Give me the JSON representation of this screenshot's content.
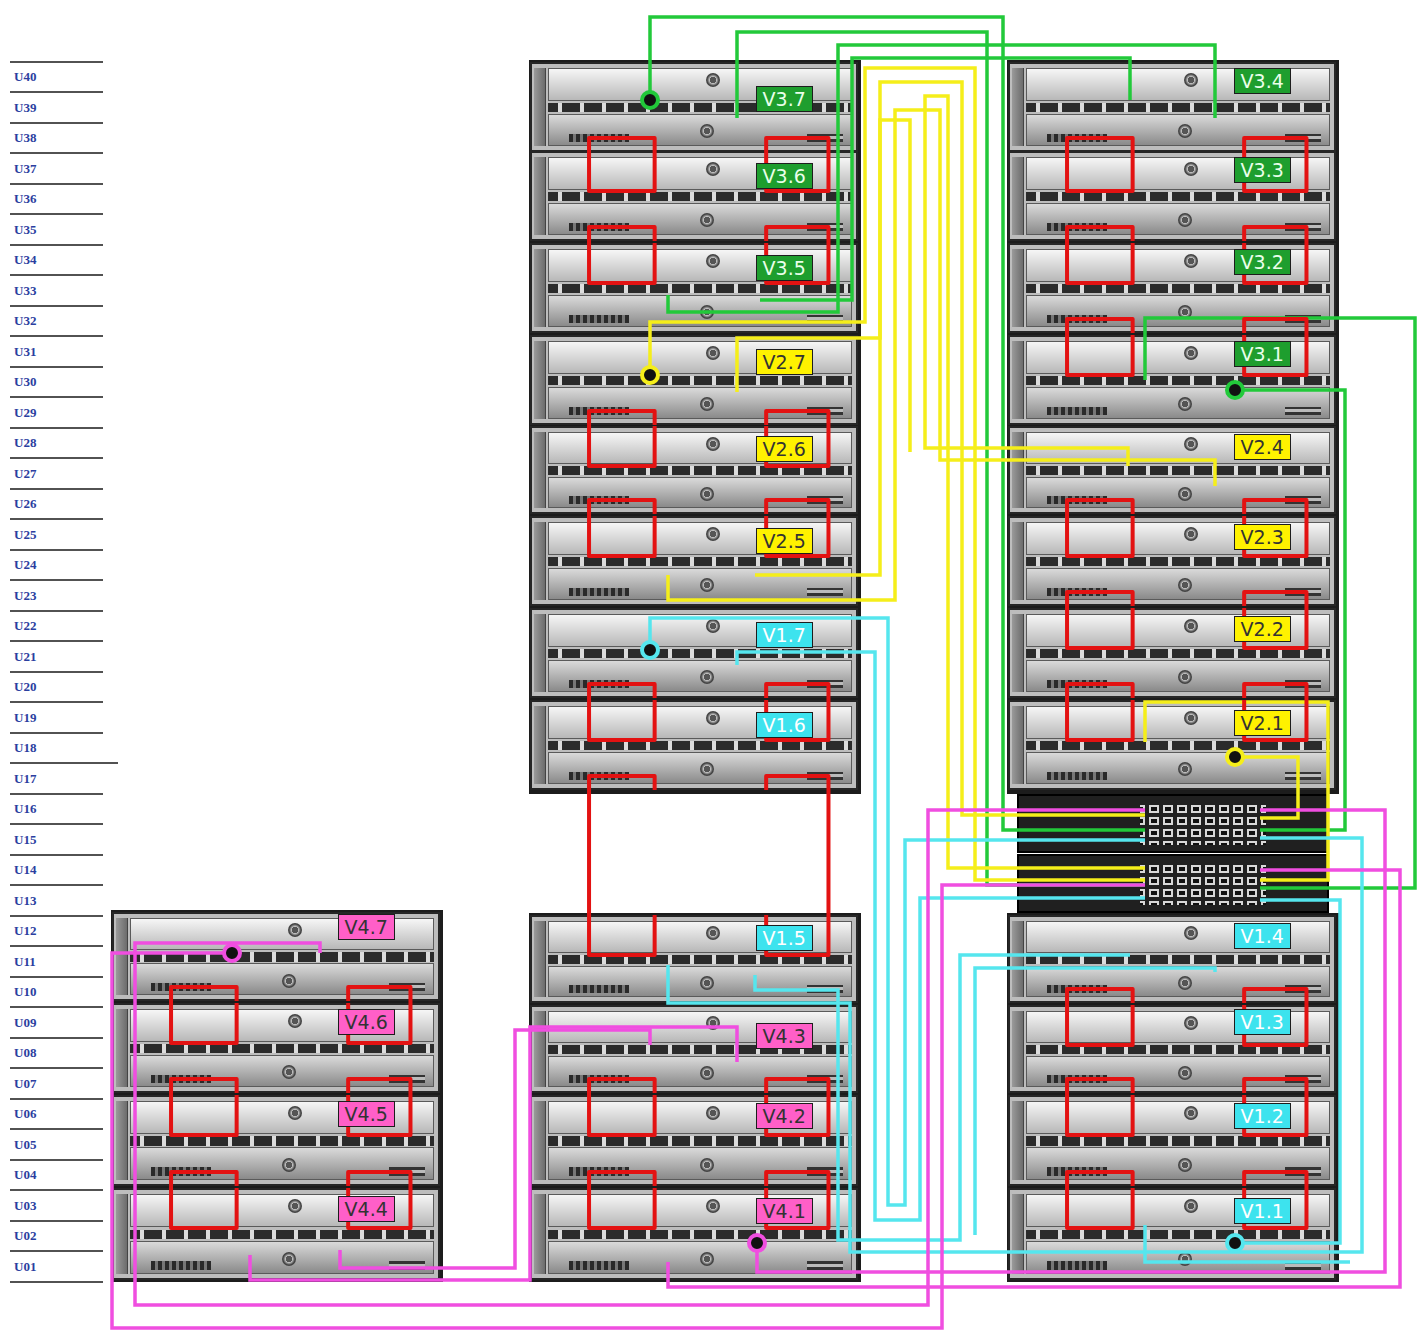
{
  "diagram": {
    "nodes": [
      {
        "text": [
          "V3.7"
        ]
      },
      {
        "text": [
          "V3.6"
        ]
      },
      {
        "text": [
          "V3.5"
        ]
      },
      {
        "text": [
          "V2.7"
        ]
      },
      {
        "text": [
          "V2.6"
        ]
      },
      {
        "text": [
          "V2.5"
        ]
      },
      {
        "text": [
          "V1.7"
        ]
      },
      {
        "text": [
          "V1.6"
        ]
      },
      {
        "text": [
          "V3.4"
        ]
      },
      {
        "text": [
          "V3.3"
        ]
      },
      {
        "text": [
          "V3.2"
        ]
      },
      {
        "text": [
          "V3.1"
        ]
      },
      {
        "text": [
          "V2.4"
        ]
      },
      {
        "text": [
          "V2.3"
        ]
      },
      {
        "text": [
          "V2.2"
        ]
      },
      {
        "text": [
          "V2.1"
        ]
      },
      {
        "text": [
          "V4.7"
        ]
      },
      {
        "text": [
          "V4.6"
        ]
      },
      {
        "text": [
          "V4.5"
        ]
      },
      {
        "text": [
          "V4.4"
        ]
      },
      {
        "text": [
          "V1.5"
        ]
      },
      {
        "text": [
          "V4.3"
        ]
      },
      {
        "text": [
          "V4.2"
        ]
      },
      {
        "text": [
          "V4.1"
        ]
      },
      {
        "text": [
          "V1.4"
        ]
      },
      {
        "text": [
          "V1.3"
        ]
      },
      {
        "text": [
          "V1.2"
        ]
      },
      {
        "text": [
          "V1.1"
        ]
      }
    ],
    "edges": [
      {
        "from": 0,
        "to": 1,
        "arrow": "none"
      },
      {
        "from": 1,
        "to": 2,
        "arrow": "none"
      },
      {
        "from": 3,
        "to": 4,
        "arrow": "none"
      },
      {
        "from": 4,
        "to": 5,
        "arrow": "none"
      },
      {
        "from": 6,
        "to": 7,
        "arrow": "none"
      },
      {
        "from": 7,
        "to": 20,
        "arrow": "none"
      },
      {
        "from": 8,
        "to": 9,
        "arrow": "none"
      },
      {
        "from": 9,
        "to": 10,
        "arrow": "none"
      },
      {
        "from": 10,
        "to": 11,
        "arrow": "none"
      },
      {
        "from": 12,
        "to": 13,
        "arrow": "none"
      },
      {
        "from": 13,
        "to": 14,
        "arrow": "none"
      },
      {
        "from": 14,
        "to": 15,
        "arrow": "none"
      },
      {
        "from": 16,
        "to": 17,
        "arrow": "none"
      },
      {
        "from": 17,
        "to": 18,
        "arrow": "none"
      },
      {
        "from": 18,
        "to": 19,
        "arrow": "none"
      },
      {
        "from": 21,
        "to": 22,
        "arrow": "none"
      },
      {
        "from": 22,
        "to": 23,
        "arrow": "none"
      },
      {
        "from": 24,
        "to": 25,
        "arrow": "none"
      },
      {
        "from": 25,
        "to": 26,
        "arrow": "none"
      },
      {
        "from": 26,
        "to": 27,
        "arrow": "none"
      }
    ],
    "labels": [
      "U40",
      "U39",
      "U38",
      "U37",
      "U36",
      "U35",
      "U34",
      "U33",
      "U32",
      "U31",
      "U30",
      "U29",
      "U28",
      "U27",
      "U26",
      "U25",
      "U24",
      "U23",
      "U22",
      "U21",
      "U20",
      "U19",
      "U18",
      "U17",
      "U16",
      "U15",
      "U14",
      "U13",
      "U12",
      "U11",
      "U10",
      "U09",
      "U08",
      "U07",
      "U06",
      "U05",
      "U04",
      "U03",
      "U02",
      "U01"
    ]
  }
}
